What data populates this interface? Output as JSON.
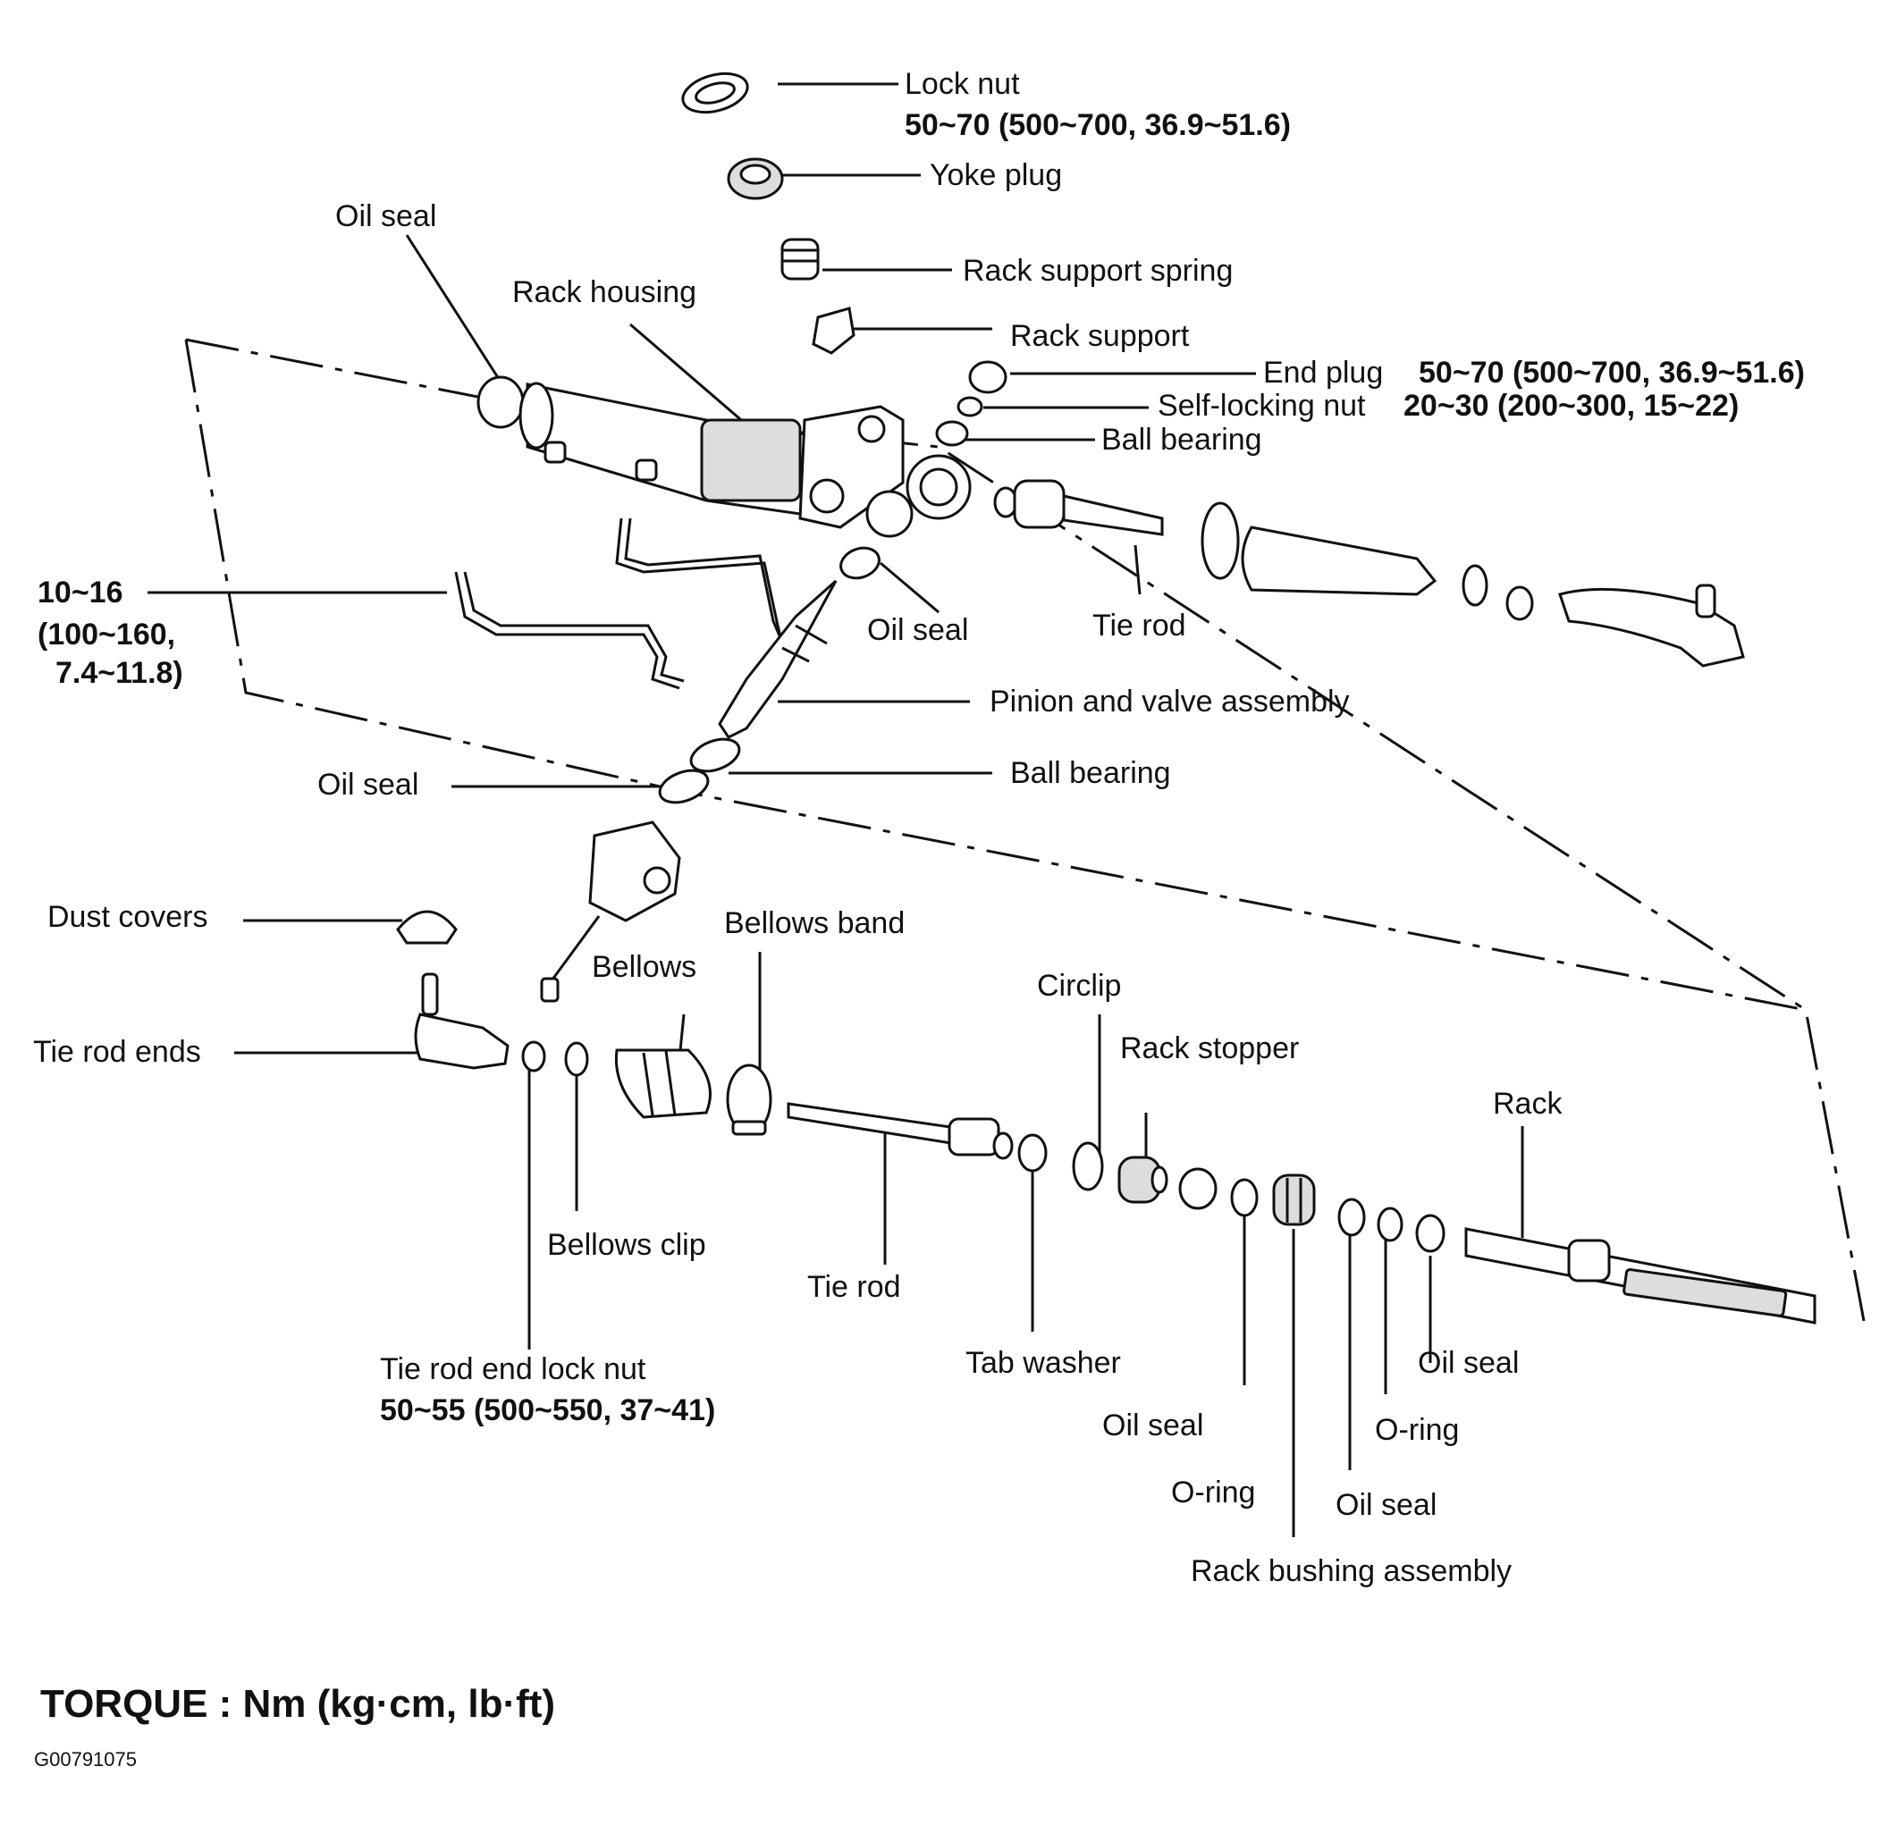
{
  "labels": {
    "lock_nut": "Lock nut",
    "lock_nut_torque": "50~70 (500~700, 36.9~51.6)",
    "yoke_plug": "Yoke plug",
    "oil_seal_top": "Oil seal",
    "rack_housing": "Rack housing",
    "rack_support_spring": "Rack support spring",
    "rack_support": "Rack support",
    "end_plug": "End plug",
    "end_plug_torque": "50~70 (500~700, 36.9~51.6)",
    "self_locking_nut": "Self-locking nut",
    "self_locking_nut_torque": "20~30 (200~300, 15~22)",
    "ball_bearing_top": "Ball bearing",
    "feed_tube_torque_1": "10~16",
    "feed_tube_torque_2": "(100~160,",
    "feed_tube_torque_3": "7.4~11.8)",
    "oil_seal_mid": "Oil seal",
    "tie_rod_top": "Tie rod",
    "pinion_valve": "Pinion and valve assembly",
    "oil_seal_left": "Oil seal",
    "ball_bearing_mid": "Ball bearing",
    "dust_covers": "Dust covers",
    "bellows_band": "Bellows band",
    "bellows": "Bellows",
    "tie_rod_ends": "Tie rod ends",
    "circlip": "Circlip",
    "rack_stopper": "Rack stopper",
    "rack": "Rack",
    "bellows_clip": "Bellows clip",
    "tie_rod_bottom": "Tie rod",
    "tie_rod_end_lock_nut": "Tie rod end lock nut",
    "tie_rod_end_lock_nut_torque": "50~55 (500~550, 37~41)",
    "tab_washer": "Tab washer",
    "oil_seal_b1": "Oil seal",
    "oil_seal_b2": "Oil seal",
    "oil_seal_b3": "Oil seal",
    "o_ring_1": "O-ring",
    "o_ring_2": "O-ring",
    "rack_bushing_assembly": "Rack bushing assembly"
  },
  "footer": {
    "torque_units": "TORQUE : Nm (kg·cm, lb·ft)",
    "figure_code": "G00791075"
  }
}
